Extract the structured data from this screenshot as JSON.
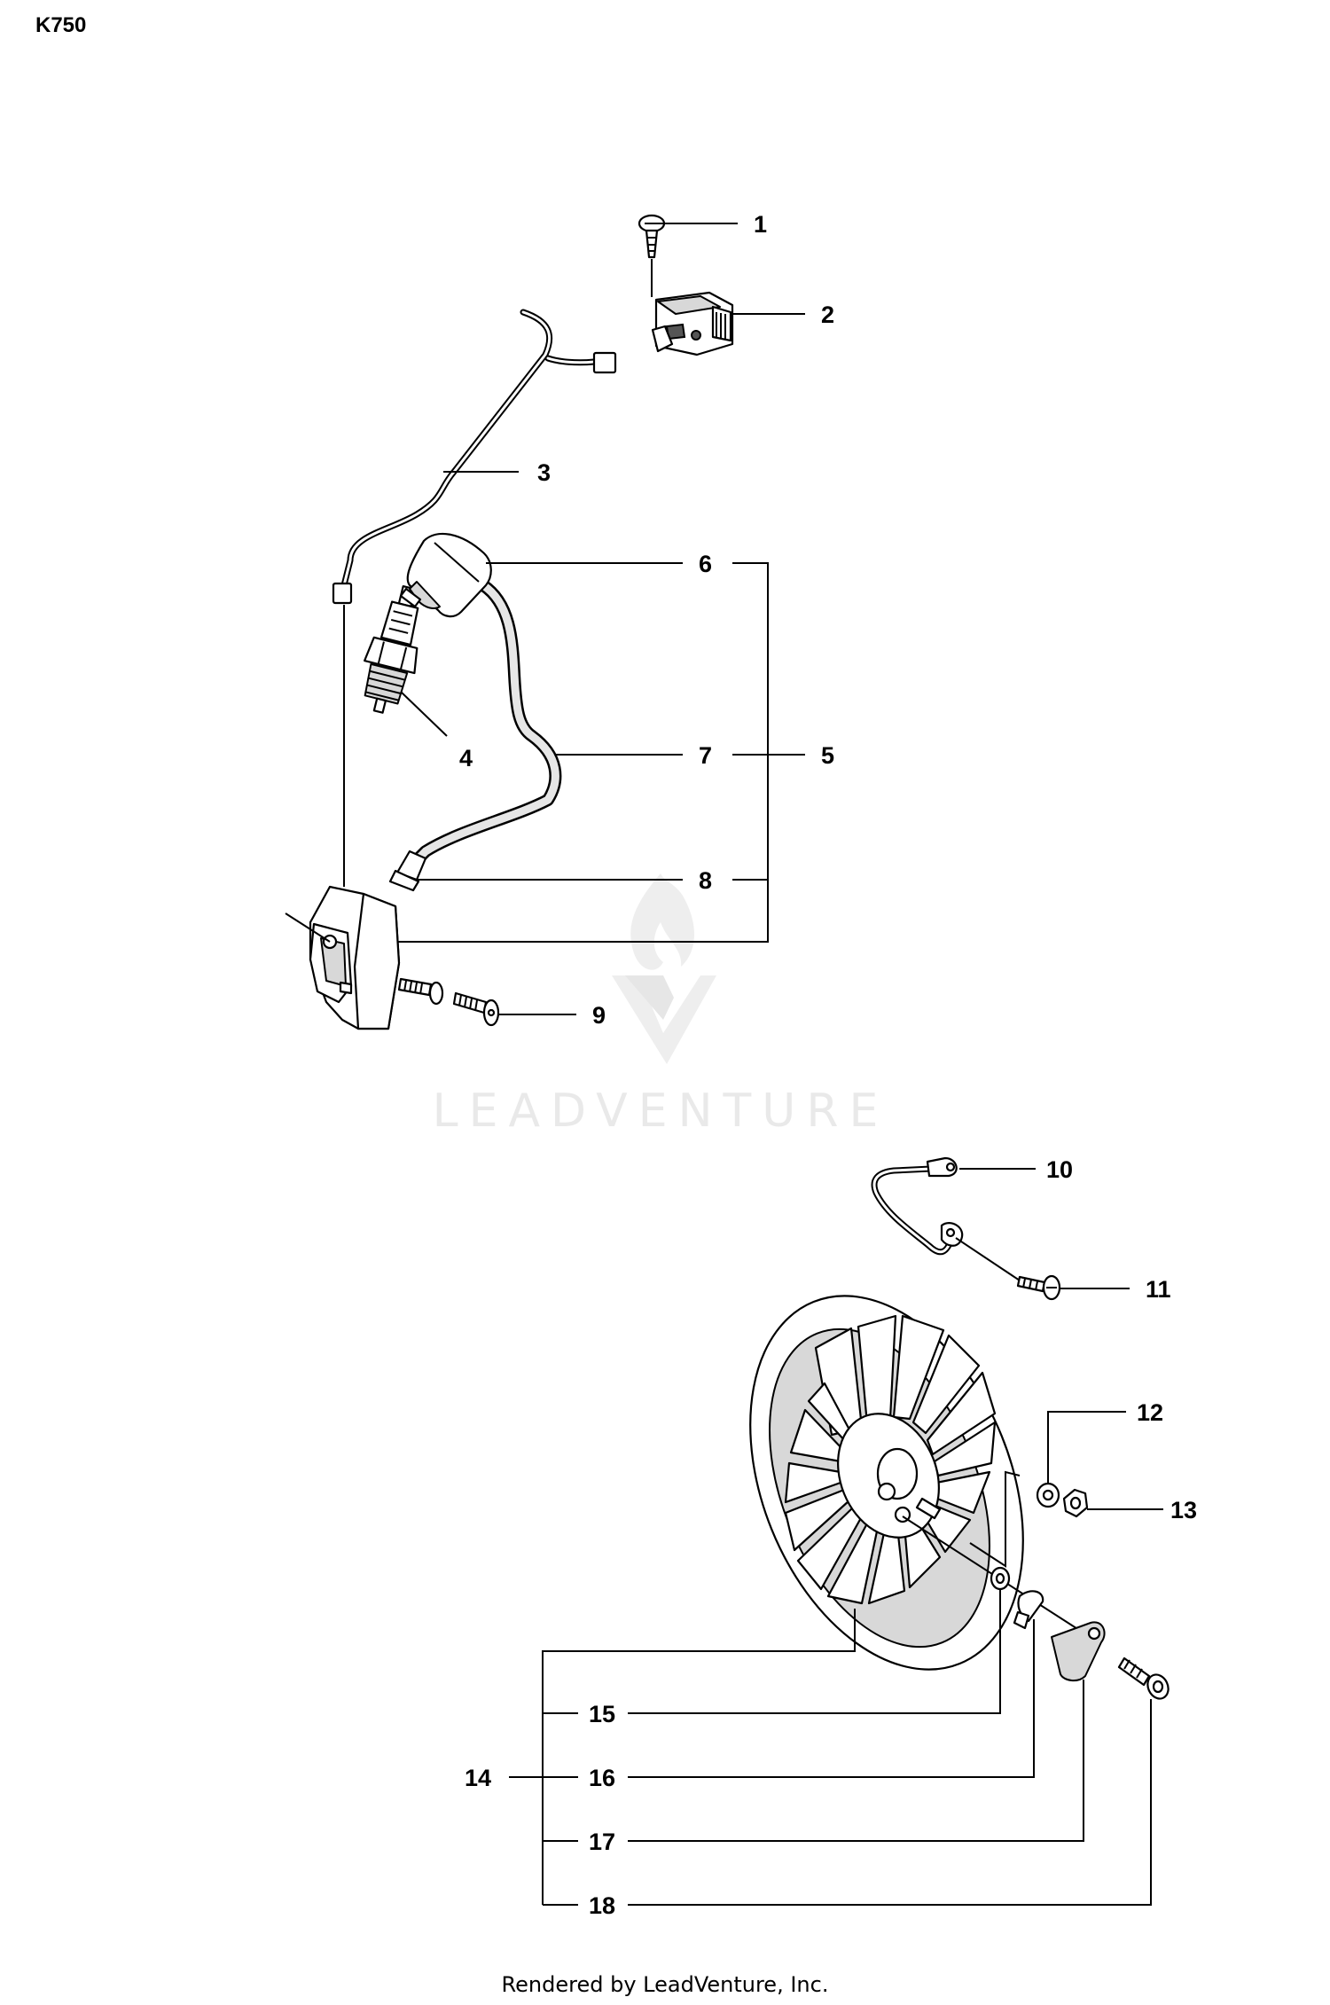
{
  "model": "K750",
  "watermark": "LEADVENTURE",
  "footer": "Rendered by LeadVenture, Inc.",
  "callouts": [
    {
      "num": "1"
    },
    {
      "num": "2"
    },
    {
      "num": "3"
    },
    {
      "num": "4"
    },
    {
      "num": "5"
    },
    {
      "num": "6"
    },
    {
      "num": "7"
    },
    {
      "num": "8"
    },
    {
      "num": "9"
    },
    {
      "num": "10"
    },
    {
      "num": "11"
    },
    {
      "num": "12"
    },
    {
      "num": "13"
    },
    {
      "num": "14"
    },
    {
      "num": "15"
    },
    {
      "num": "16"
    },
    {
      "num": "17"
    },
    {
      "num": "18"
    }
  ]
}
